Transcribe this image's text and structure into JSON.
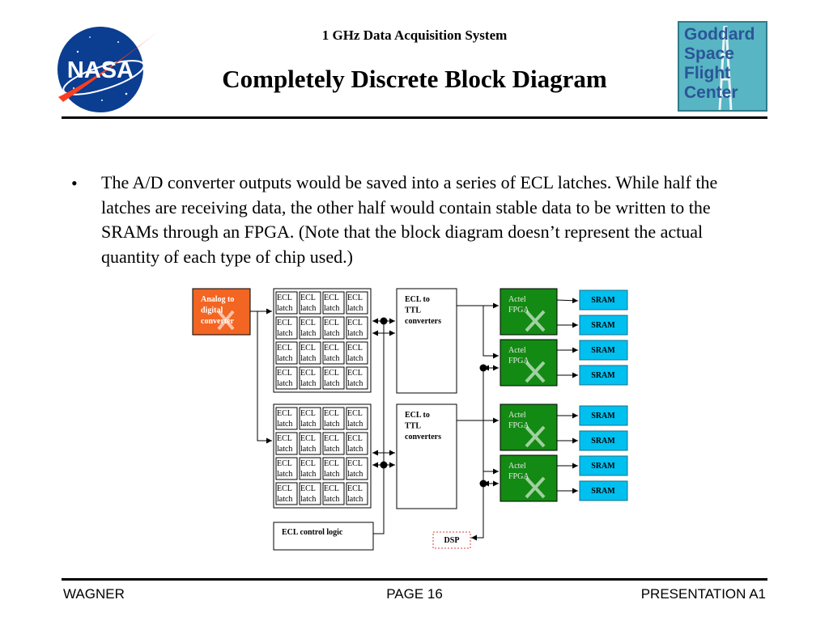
{
  "header": {
    "subtitle": "1 GHz Data Acquisition System",
    "title": "Completely Discrete Block Diagram"
  },
  "logos": {
    "nasa": "NASA",
    "gsfc_lines": [
      "Goddard",
      "Space",
      "Flight",
      "Center"
    ]
  },
  "body": {
    "bullet": "The A/D converter outputs would be saved into a series of ECL latches.  While half the latches are receiving data, the other half would contain stable data to be written to the SRAMs through an FPGA. (Note that the block diagram doesn’t represent the actual quantity of each type of chip used.)"
  },
  "diagram": {
    "adc_label": [
      "Analog to",
      "digital",
      "converter"
    ],
    "latch_label": [
      "ECL",
      "latch"
    ],
    "converter_label": [
      "ECL to",
      "TTL",
      "converters"
    ],
    "fpga_label": [
      "Actel",
      "FPGA"
    ],
    "sram_label": "SRAM",
    "control_label": "ECL control logic",
    "dsp_label": "DSP"
  },
  "footer": {
    "left": "WAGNER",
    "center": "PAGE 16",
    "right": "PRESENTATION A1"
  },
  "colors": {
    "adc_fill": "#f26522",
    "fpga_fill": "#138a13",
    "sram_fill": "#00c0f0",
    "dsp_border": "#d04040",
    "gsfc_bg": "#58b5c3",
    "gsfc_text": "#2a5598",
    "nasa_blue": "#0b3d91",
    "nasa_red": "#fc3d21"
  }
}
